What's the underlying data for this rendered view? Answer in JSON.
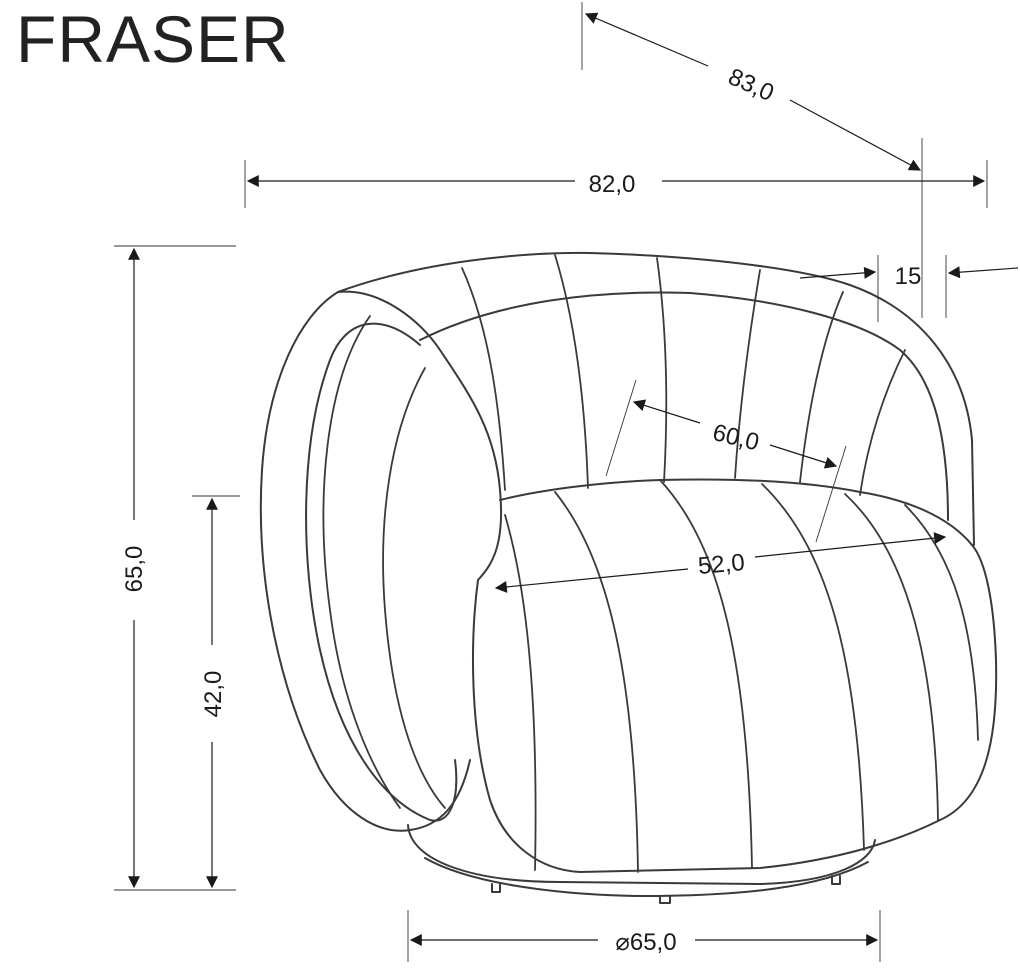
{
  "title": "FRASER",
  "dimensions": {
    "depth": "83,0",
    "width": "82,0",
    "arm": "15",
    "height": "65,0",
    "seat_height": "42,0",
    "seat_depth": "60,0",
    "seat_width": "52,0",
    "base_diameter": "⌀65,0"
  }
}
